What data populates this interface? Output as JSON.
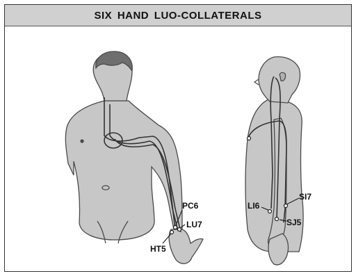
{
  "title": "SIX HAND LUO-COLLATERALS",
  "figure_left": {
    "points": [
      {
        "id": "pc6",
        "label": "PC6"
      },
      {
        "id": "lu7",
        "label": "LU7"
      },
      {
        "id": "ht5",
        "label": "HT5"
      }
    ]
  },
  "figure_right": {
    "points": [
      {
        "id": "li6",
        "label": "LI6"
      },
      {
        "id": "si7",
        "label": "SI7"
      },
      {
        "id": "sj5",
        "label": "SJ5"
      }
    ]
  },
  "colors": {
    "body_fill": "#c7c7c7",
    "hair_fill": "#6e6e6e",
    "outline": "#4a4a4a",
    "channel": "#333333",
    "title_bar": "#d0d0d0"
  }
}
